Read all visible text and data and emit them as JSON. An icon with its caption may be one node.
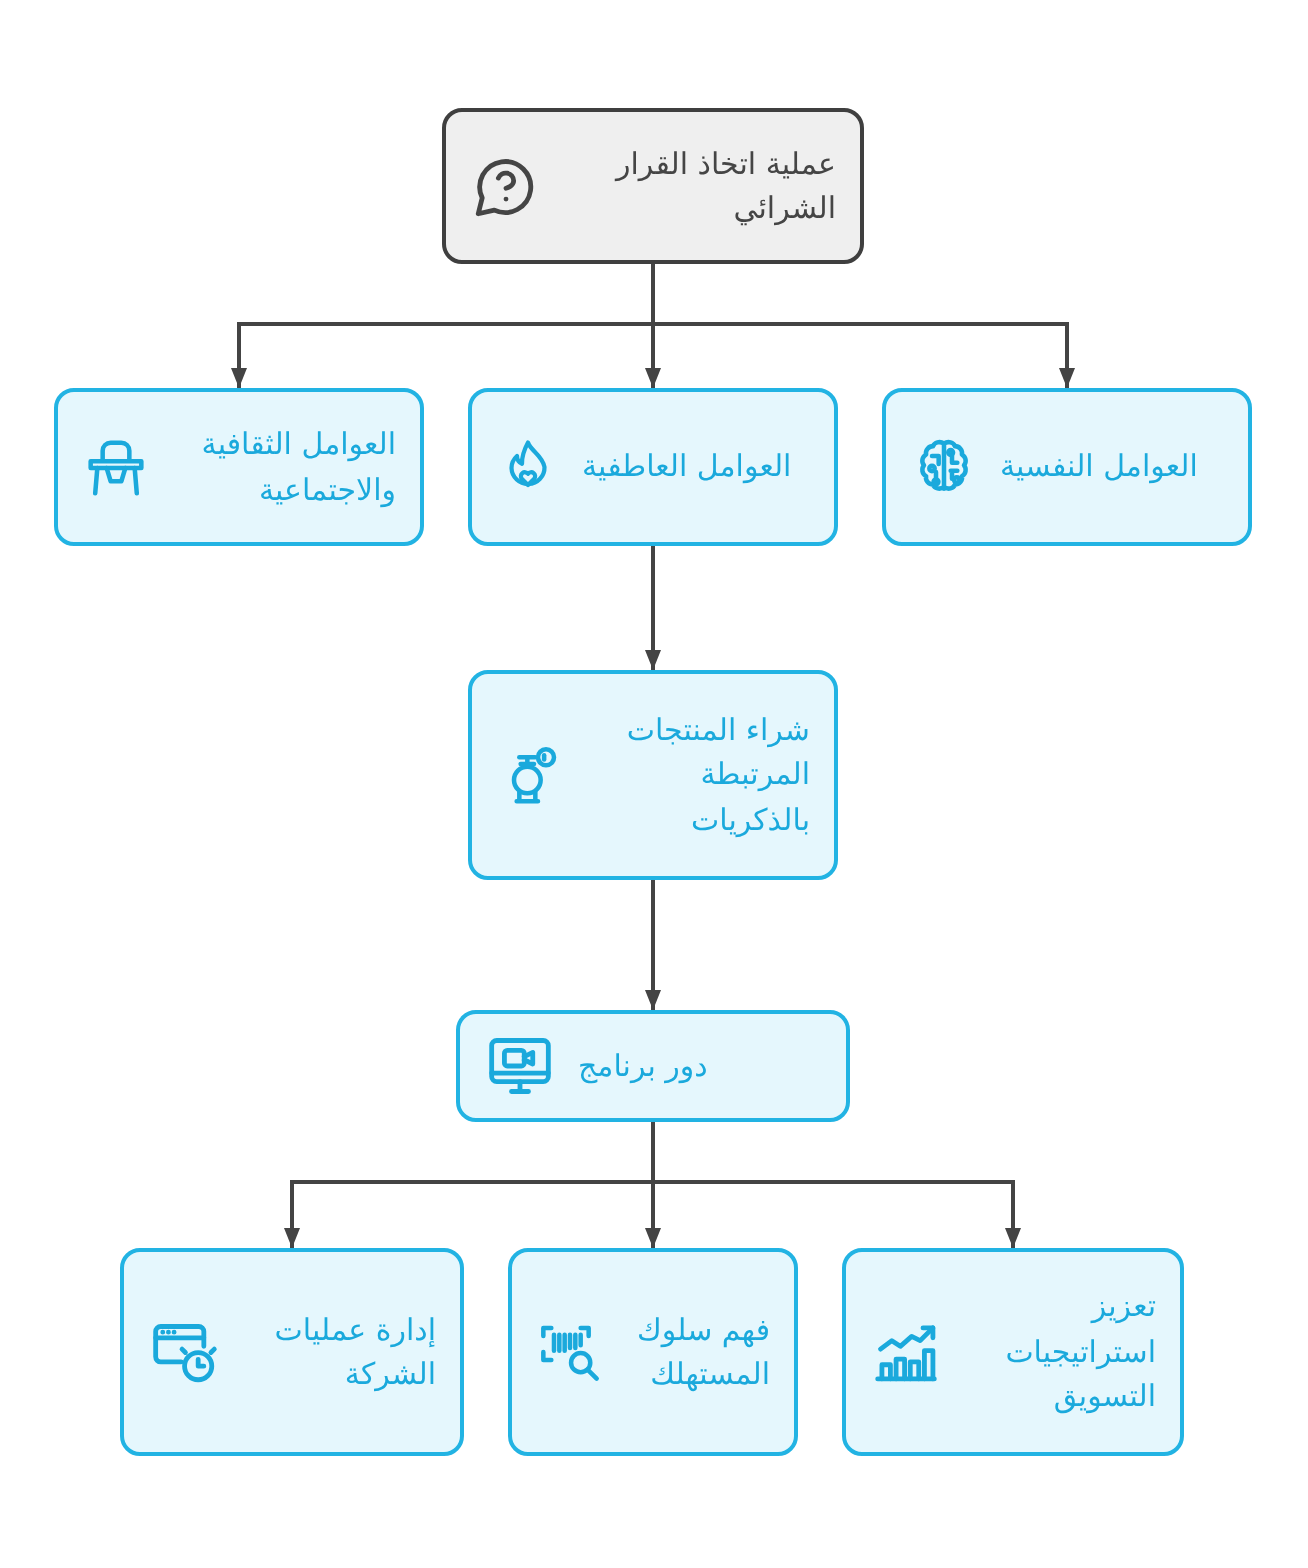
{
  "diagram": {
    "nodes": [
      {
        "text": [
          "عملية اتخاذ القرار الشرائي"
        ]
      },
      {
        "text": [
          "العوامل النفسية"
        ]
      },
      {
        "text": [
          "العوامل العاطفية"
        ]
      },
      {
        "text": [
          "العوامل الثقافية والاجتماعية"
        ]
      },
      {
        "text": [
          "شراء المنتجات المرتبطة بالذكريات"
        ]
      },
      {
        "text": [
          "دور برنامج"
        ]
      },
      {
        "text": [
          "تعزيز استراتيجيات التسويق"
        ]
      },
      {
        "text": [
          "فهم سلوك المستهلك"
        ]
      },
      {
        "text": [
          "إدارة عمليات الشركة"
        ]
      }
    ],
    "edges": [
      {
        "from": 0,
        "to": 1,
        "arrow": "to"
      },
      {
        "from": 0,
        "to": 2,
        "arrow": "to"
      },
      {
        "from": 0,
        "to": 3,
        "arrow": "to"
      },
      {
        "from": 2,
        "to": 4,
        "arrow": "to"
      },
      {
        "from": 4,
        "to": 5,
        "arrow": "to"
      },
      {
        "from": 5,
        "to": 6,
        "arrow": "to"
      },
      {
        "from": 5,
        "to": 7,
        "arrow": "to"
      },
      {
        "from": 5,
        "to": 8,
        "arrow": "to"
      }
    ]
  }
}
